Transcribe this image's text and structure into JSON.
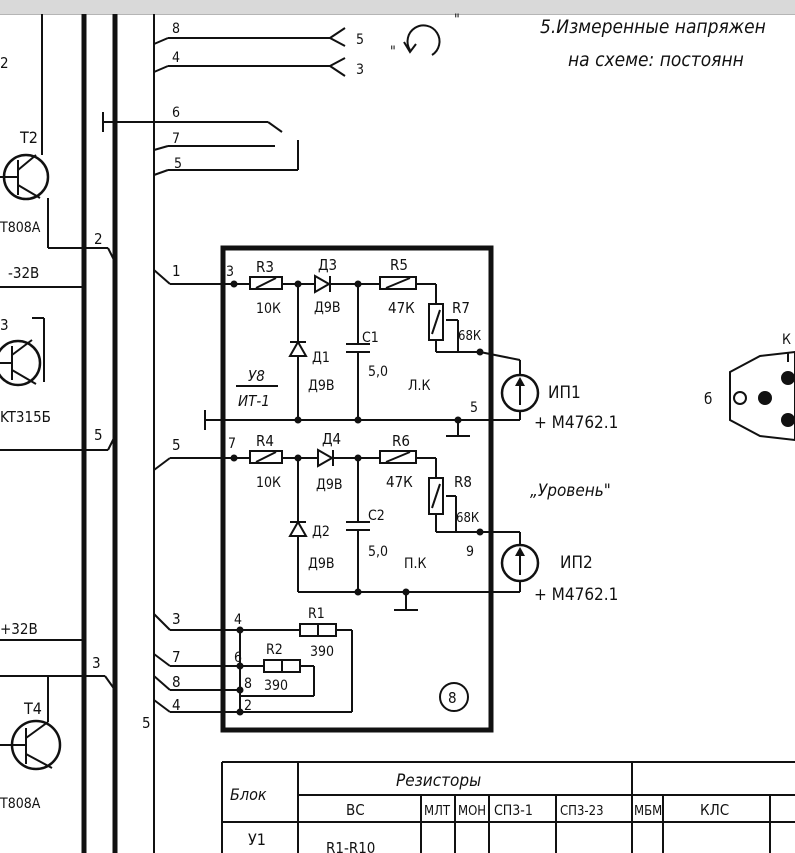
{
  "note": {
    "line1": "5.Измеренные напряжен",
    "line2": "на схеме: постоянн"
  },
  "left": {
    "transistors": [
      {
        "ref": "T2",
        "type": "T808A"
      },
      {
        "ref": "3",
        "type": "KT315Б"
      },
      {
        "ref": "T4",
        "type": "T808A"
      }
    ],
    "voltages": [
      "-32В",
      "+32В"
    ],
    "wire_numbers": [
      "2",
      "2",
      "5",
      "3",
      "5"
    ]
  },
  "connector_top": {
    "pins": [
      "8",
      "4",
      "6",
      "7",
      "5"
    ],
    "right_pins": [
      "5",
      "3"
    ],
    "quote": "\""
  },
  "block": {
    "ref": "У8",
    "name": "ИТ-1",
    "number": "8",
    "terminals": [
      "3",
      "7",
      "5",
      "9",
      "4",
      "6",
      "8",
      "2"
    ],
    "inputs": [
      "1",
      "5",
      "3",
      "7",
      "8",
      "4"
    ],
    "labels": {
      "left_channel": "Л.К",
      "right_channel": "П.К",
      "level": "„Уровень\""
    },
    "parts": {
      "R3": {
        "ref": "R3",
        "value": "10К"
      },
      "R4": {
        "ref": "R4",
        "value": "10К"
      },
      "R5": {
        "ref": "R5",
        "value": "47К"
      },
      "R6": {
        "ref": "R6",
        "value": "47К"
      },
      "R7": {
        "ref": "R7",
        "value": "68К"
      },
      "R8": {
        "ref": "R8",
        "value": "68К"
      },
      "R1": {
        "ref": "R1",
        "value": "390"
      },
      "R2": {
        "ref": "R2",
        "value": "390"
      },
      "C1": {
        "ref": "C1",
        "value": "5,0"
      },
      "C2": {
        "ref": "C2",
        "value": "5,0"
      },
      "D1": {
        "ref": "Д1",
        "value": "Д9В"
      },
      "D2": {
        "ref": "Д2",
        "value": "Д9В"
      },
      "D3": {
        "ref": "Д3",
        "value": "Д9В"
      },
      "D4": {
        "ref": "Д4",
        "value": "Д9В"
      }
    }
  },
  "meters": [
    {
      "ref": "ИП1",
      "type": "+ М4762.1"
    },
    {
      "ref": "ИП2",
      "type": "+ М4762.1"
    }
  ],
  "connector_right": {
    "label_b": "б",
    "label_k": "К"
  },
  "table": {
    "col_block": "Блок",
    "col_resistors": "Резисторы",
    "subcols": [
      "ВС",
      "МЛТ",
      "МОН",
      "СП3-1",
      "СП3-23",
      "МБМ",
      "КЛС"
    ],
    "rows": [
      {
        "block": "У1",
        "vs": "R1-R10"
      }
    ]
  }
}
